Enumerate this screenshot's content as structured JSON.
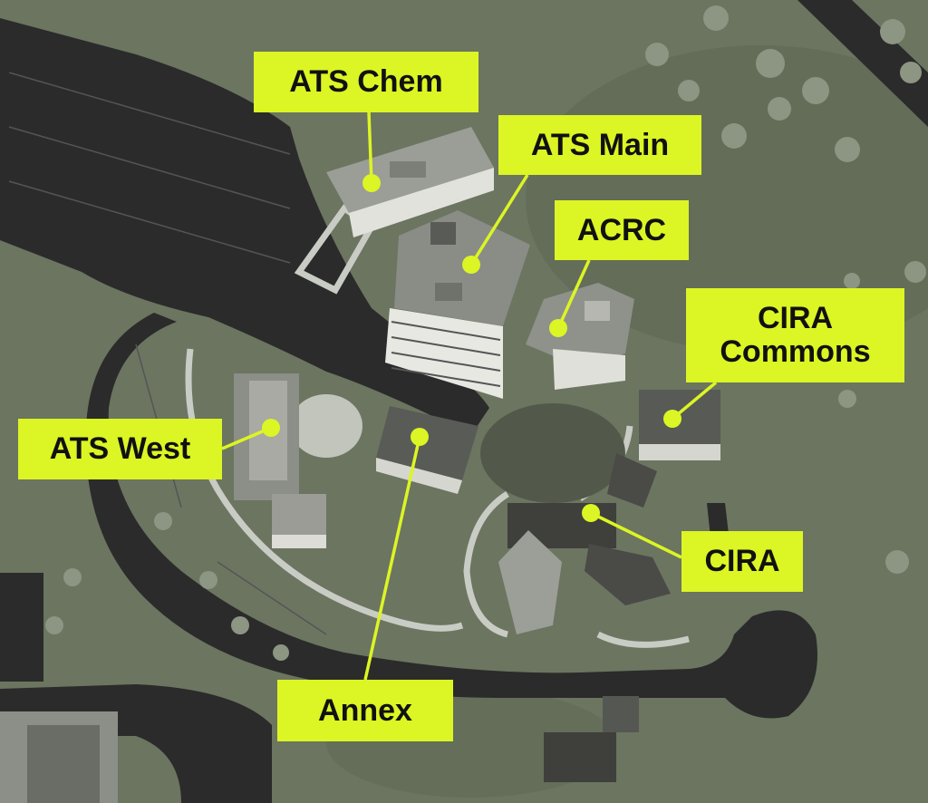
{
  "map": {
    "accent_color": "#dcf524",
    "labels": [
      {
        "id": "ats-chem",
        "text": "ATS Chem"
      },
      {
        "id": "ats-main",
        "text": "ATS Main"
      },
      {
        "id": "acrc",
        "text": "ACRC"
      },
      {
        "id": "cira-commons",
        "text": "CIRA\nCommons"
      },
      {
        "id": "ats-west",
        "text": "ATS West"
      },
      {
        "id": "cira",
        "text": "CIRA"
      },
      {
        "id": "annex",
        "text": "Annex"
      }
    ]
  }
}
